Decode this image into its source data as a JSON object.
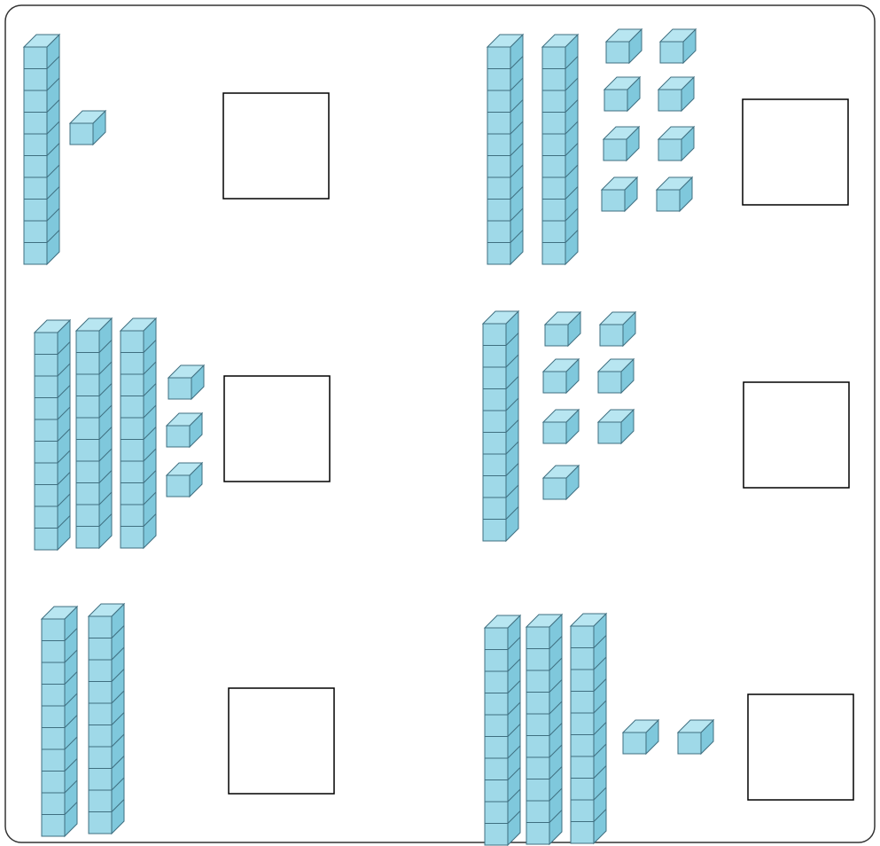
{
  "colors": {
    "block_fill": "#9fd9e8",
    "block_top": "#b8e6f1",
    "block_side": "#7fc8dc",
    "block_line": "#3f6f80",
    "frame": "#333333",
    "answer_box": "#000000"
  },
  "problems": [
    {
      "id": "p1",
      "tens": 1,
      "ones": 1,
      "answer": ""
    },
    {
      "id": "p2",
      "tens": 2,
      "ones": 8,
      "answer": ""
    },
    {
      "id": "p3",
      "tens": 3,
      "ones": 3,
      "answer": ""
    },
    {
      "id": "p4",
      "tens": 1,
      "ones": 7,
      "answer": ""
    },
    {
      "id": "p5",
      "tens": 2,
      "ones": 0,
      "answer": ""
    },
    {
      "id": "p6",
      "tens": 3,
      "ones": 2,
      "answer": ""
    }
  ]
}
